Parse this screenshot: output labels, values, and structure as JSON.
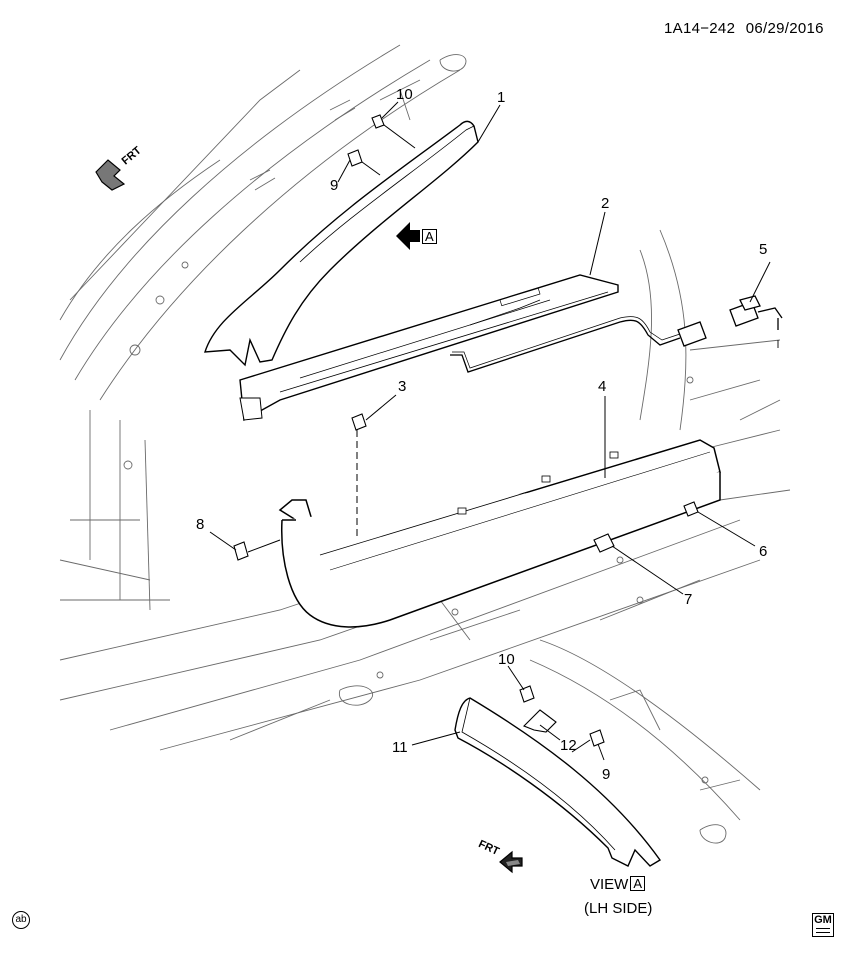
{
  "header": {
    "ref": "1A14−242",
    "date": "06/29/2016"
  },
  "callouts": {
    "c1": "1",
    "c2": "2",
    "c3": "3",
    "c4": "4",
    "c5": "5",
    "c6": "6",
    "c7": "7",
    "c8": "8",
    "c9a": "9",
    "c9b": "9",
    "c10a": "10",
    "c10b": "10",
    "c11": "11",
    "c12": "12"
  },
  "direction": {
    "frt_top": "FRT",
    "frt_bottom": "FRT"
  },
  "view_marker": {
    "arrow_letter": "A"
  },
  "view_caption": {
    "prefix": "VIEW",
    "letter": "A",
    "side": "(LH SIDE)"
  },
  "badges": {
    "ab": "ab",
    "gm": "GM"
  },
  "colors": {
    "ink": "#000000",
    "body_line": "#5a5a5a",
    "fill": "#ffffff"
  }
}
